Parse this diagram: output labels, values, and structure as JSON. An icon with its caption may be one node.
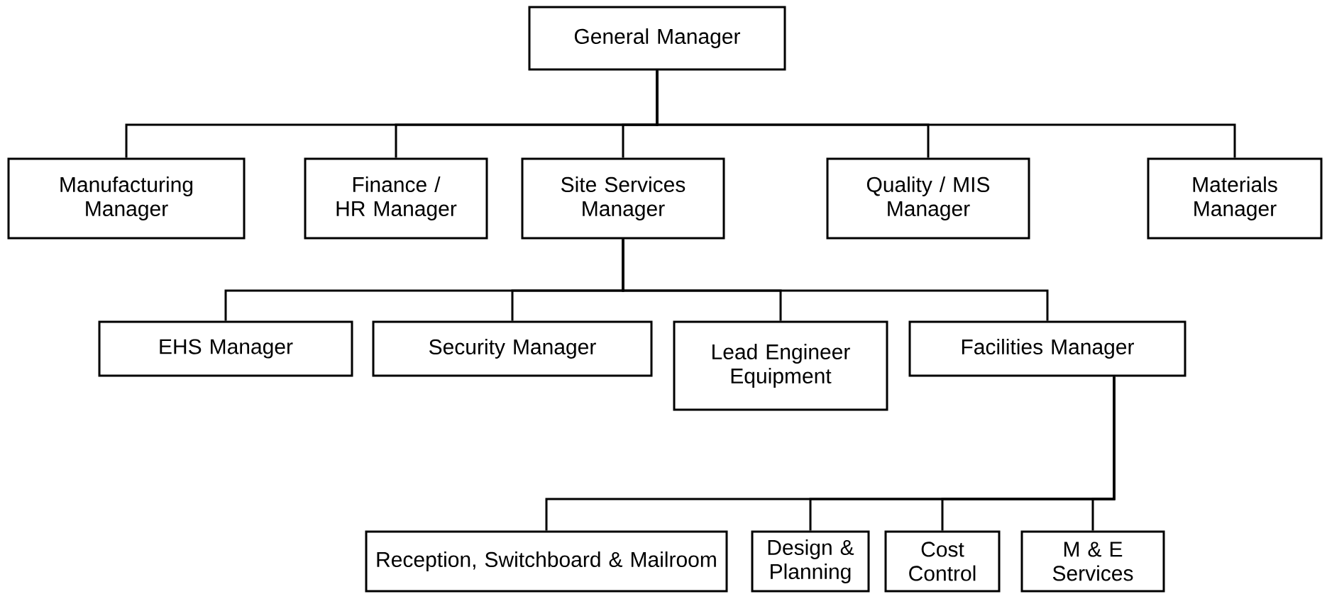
{
  "diagram": {
    "nodes": [
      {
        "text": [
          "General Manager"
        ]
      },
      {
        "text": [
          "Manufacturing Manager"
        ]
      },
      {
        "text": [
          "Finance / HR Manager"
        ]
      },
      {
        "text": [
          "Site Services Manager"
        ]
      },
      {
        "text": [
          "Quality / MIS Manager"
        ]
      },
      {
        "text": [
          "Materials Manager"
        ]
      },
      {
        "text": [
          "EHS Manager"
        ]
      },
      {
        "text": [
          "Security Manager"
        ]
      },
      {
        "text": [
          "Lead Engineer Equipment"
        ]
      },
      {
        "text": [
          "Facilities Manager"
        ]
      },
      {
        "text": [
          "Reception, Switchboard & Mailroom"
        ]
      },
      {
        "text": [
          "Design & Planning"
        ]
      },
      {
        "text": [
          "Cost Control"
        ]
      },
      {
        "text": [
          "M & E Services"
        ]
      }
    ],
    "edges": [
      {
        "from": 0,
        "to": 1,
        "arrow": "none"
      },
      {
        "from": 0,
        "to": 2,
        "arrow": "none"
      },
      {
        "from": 0,
        "to": 3,
        "arrow": "none"
      },
      {
        "from": 0,
        "to": 4,
        "arrow": "none"
      },
      {
        "from": 0,
        "to": 5,
        "arrow": "none"
      },
      {
        "from": 3,
        "to": 6,
        "arrow": "none"
      },
      {
        "from": 3,
        "to": 7,
        "arrow": "none"
      },
      {
        "from": 3,
        "to": 8,
        "arrow": "none"
      },
      {
        "from": 3,
        "to": 9,
        "arrow": "none"
      },
      {
        "from": 9,
        "to": 10,
        "arrow": "none"
      },
      {
        "from": 9,
        "to": 11,
        "arrow": "none"
      },
      {
        "from": 9,
        "to": 12,
        "arrow": "none"
      },
      {
        "from": 9,
        "to": 13,
        "arrow": "none"
      }
    ]
  }
}
